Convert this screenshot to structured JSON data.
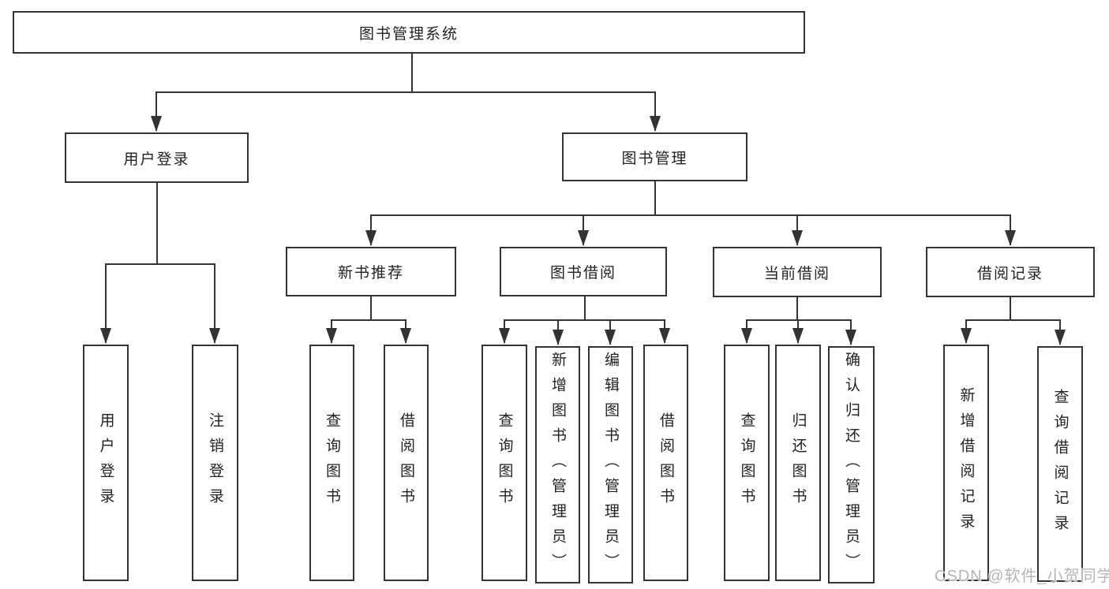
{
  "diagram": {
    "root": {
      "label": "图书管理系统",
      "children": [
        {
          "label": "用户登录",
          "children": [
            {
              "label": "用户登录"
            },
            {
              "label": "注销登录"
            }
          ]
        },
        {
          "label": "图书管理",
          "children": [
            {
              "label": "新书推荐",
              "children": [
                {
                  "label": "查询图书"
                },
                {
                  "label": "借阅图书"
                }
              ]
            },
            {
              "label": "图书借阅",
              "children": [
                {
                  "label": "查询图书"
                },
                {
                  "label": "新增图书（管理员）"
                },
                {
                  "label": "编辑图书（管理员）"
                },
                {
                  "label": "借阅图书"
                }
              ]
            },
            {
              "label": "当前借阅",
              "children": [
                {
                  "label": "查询图书"
                },
                {
                  "label": "归还图书"
                },
                {
                  "label": "确认归还（管理员）"
                }
              ]
            },
            {
              "label": "借阅记录",
              "children": [
                {
                  "label": "新增借阅记录"
                },
                {
                  "label": "查询借阅记录"
                }
              ]
            }
          ]
        }
      ]
    },
    "line_color": "#333333"
  },
  "watermark": {
    "text": "CSDN @软件_小贺同学"
  }
}
